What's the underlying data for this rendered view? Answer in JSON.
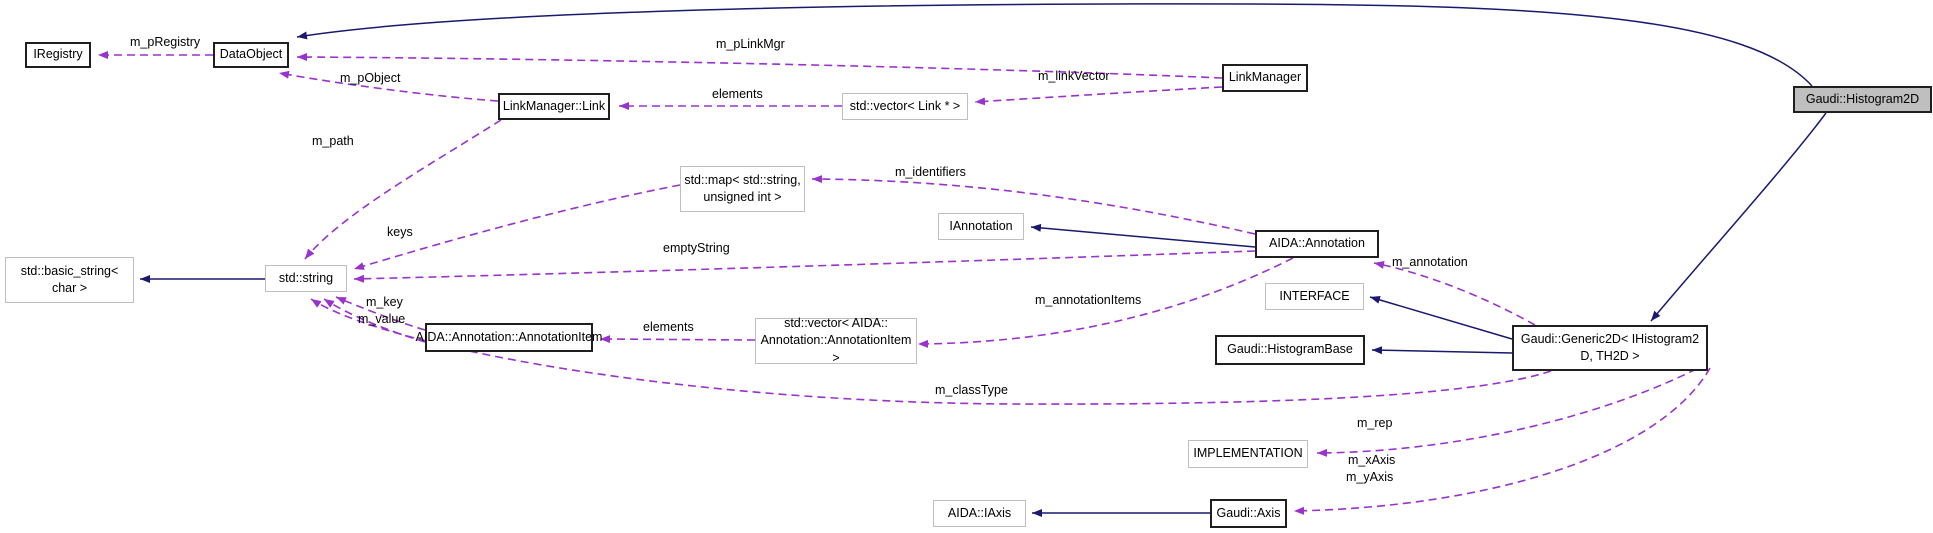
{
  "diagram": {
    "type": "collaboration-graph",
    "colors": {
      "background": "#ffffff",
      "solid_edge": "#191970",
      "dashed_edge": "#9a32cd",
      "node_fill": "#ffffff",
      "main_node_fill": "#bfbfbf",
      "bold_border": "#1f1f1f",
      "light_border": "#bfbfbf"
    },
    "nodes": {
      "iregistry": {
        "label": "IRegistry"
      },
      "dataobject": {
        "label": "DataObject"
      },
      "linkmanager_link": {
        "label": "LinkManager::Link"
      },
      "vector_link": {
        "label": "std::vector< Link * >"
      },
      "linkmanager": {
        "label": "LinkManager"
      },
      "histogram2d": {
        "label": "Gaudi::Histogram2D"
      },
      "map_string_uint": {
        "label": "std::map< std::string,\nunsigned int >"
      },
      "iannotation": {
        "label": "IAnnotation"
      },
      "aida_annotation": {
        "label": "AIDA::Annotation"
      },
      "interface": {
        "label": "INTERFACE"
      },
      "basic_string": {
        "label": "std::basic_string<\nchar >"
      },
      "string": {
        "label": "std::string"
      },
      "annotationitem": {
        "label": "AIDA::Annotation::AnnotationItem"
      },
      "vector_annotationitem": {
        "label": "std::vector< AIDA::\nAnnotation::AnnotationItem >"
      },
      "histogrambase": {
        "label": "Gaudi::HistogramBase"
      },
      "generic2d": {
        "label": "Gaudi::Generic2D< IHistogram2\nD, TH2D >"
      },
      "implementation": {
        "label": "IMPLEMENTATION"
      },
      "aida_iaxis": {
        "label": "AIDA::IAxis"
      },
      "gaudi_axis": {
        "label": "Gaudi::Axis"
      }
    },
    "edge_labels": {
      "m_pRegistry": "m_pRegistry",
      "m_pLinkMgr": "m_pLinkMgr",
      "m_pObject": "m_pObject",
      "elements_links": "elements",
      "m_linkVector": "m_linkVector",
      "m_path": "m_path",
      "m_identifiers": "m_identifiers",
      "keys": "keys",
      "emptyString": "emptyString",
      "m_annotation": "m_annotation",
      "m_annotationItems": "m_annotationItems",
      "m_key": "m_key",
      "m_value": "m_value",
      "elements_items": "elements",
      "m_classType": "m_classType",
      "m_rep": "m_rep",
      "m_xAxis": "m_xAxis",
      "m_yAxis": "m_yAxis"
    }
  }
}
